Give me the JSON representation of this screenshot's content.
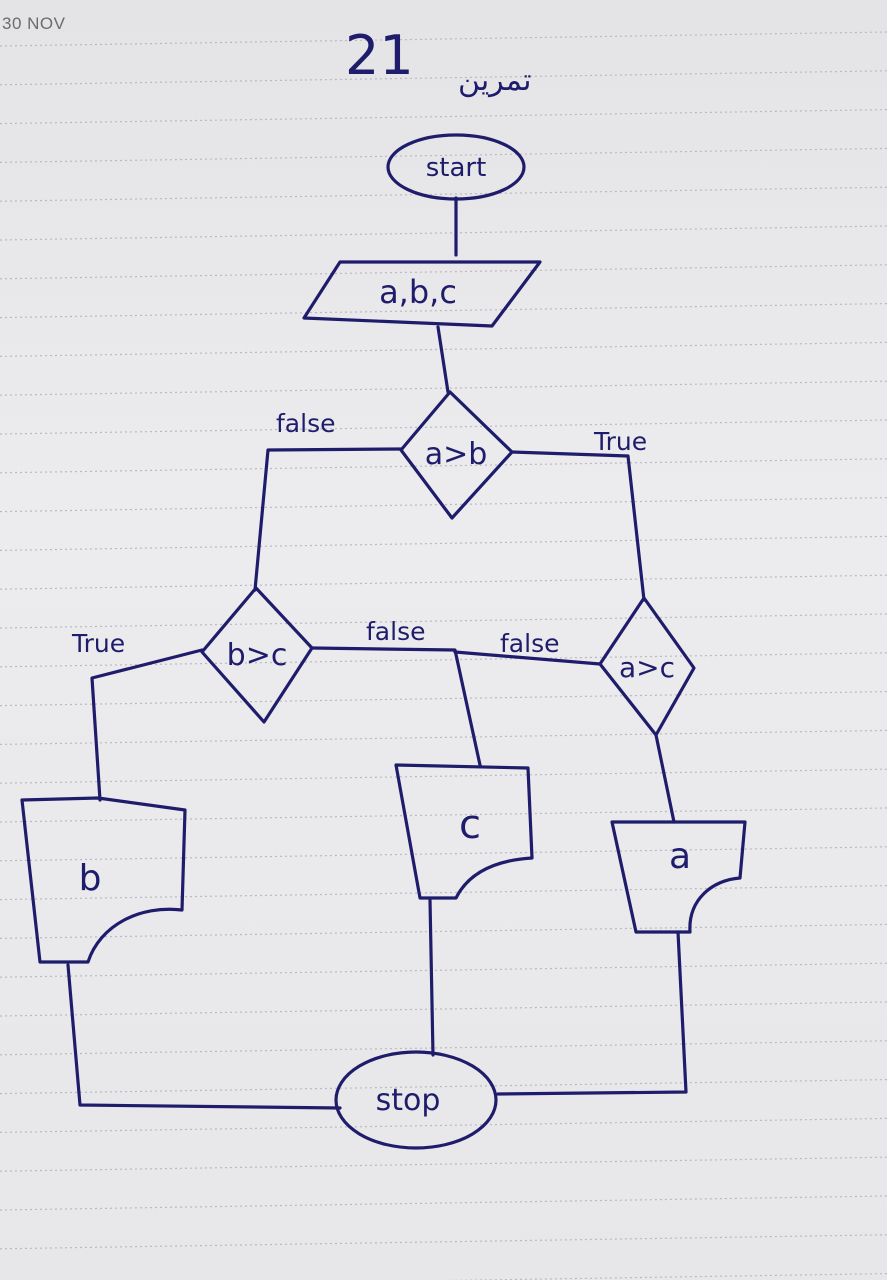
{
  "page": {
    "date_stamp": "30 NOV",
    "title_number": "21",
    "title_word": "تمرین"
  },
  "flowchart": {
    "start_label": "start",
    "input_label": "a,b,c",
    "decision_ab": "a>b",
    "decision_bc": "b>c",
    "decision_ac": "a>c",
    "output_b": "b",
    "output_c": "c",
    "output_a": "a",
    "stop_label": "stop",
    "edge_ab_false": "false",
    "edge_ab_true": "True",
    "edge_bc_true": "True",
    "edge_bc_false": "false",
    "edge_ac_false": "false"
  },
  "colors": {
    "ink": "#1f1d6b",
    "paper": "#e9e9ea",
    "rule_line": "#b9b9c4"
  }
}
